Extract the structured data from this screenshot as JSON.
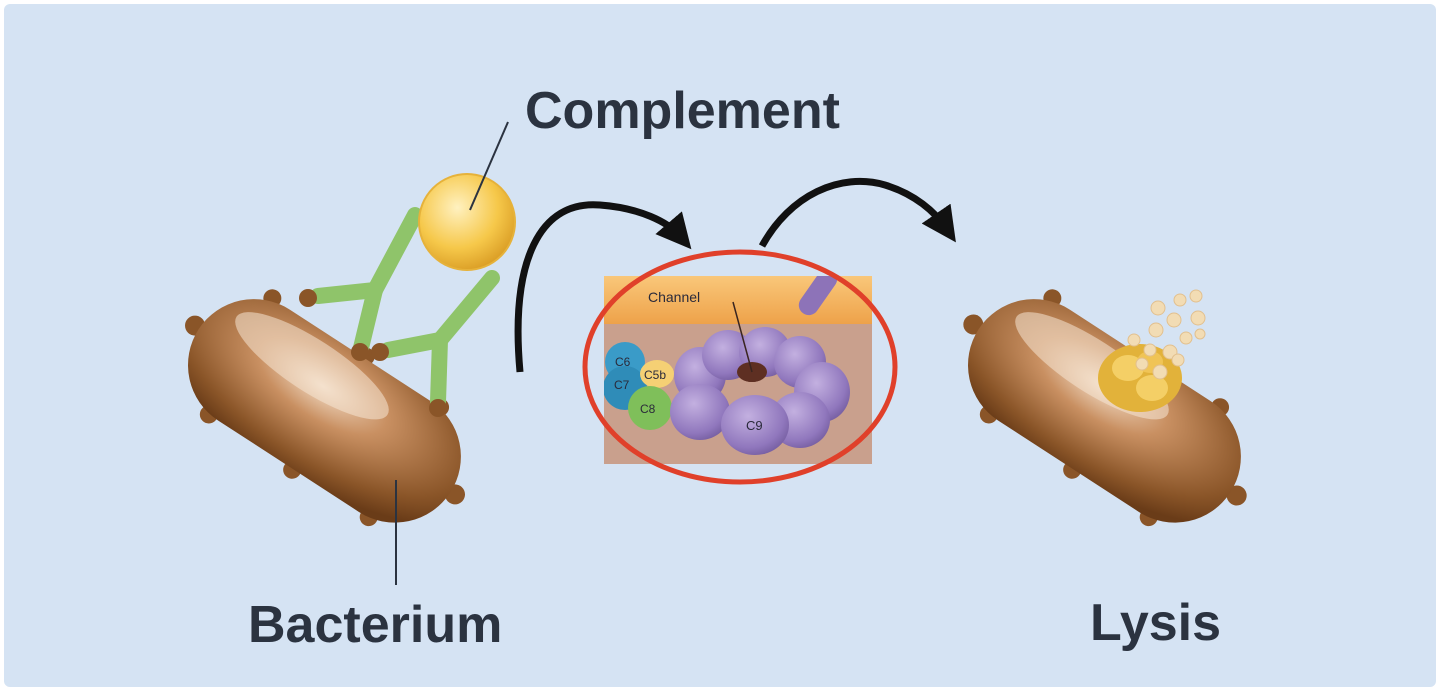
{
  "labels": {
    "complement": "Complement",
    "bacterium": "Bacterium",
    "lysis": "Lysis",
    "channel": "Channel"
  },
  "mac_components": {
    "c6": "C6",
    "c7": "C7",
    "c5b": "C5b",
    "c8": "C8",
    "c9": "C9"
  },
  "colors": {
    "background": "#d5e3f3",
    "bacterium": "#a0693b",
    "antibody": "#8fc46a",
    "complement": "#f6c84a",
    "membrane": "#f4b25a",
    "cytoplasm": "#c49a86",
    "c9": "#9c82c2",
    "highlight_ring": "#e0402a",
    "arrow": "#111111"
  }
}
